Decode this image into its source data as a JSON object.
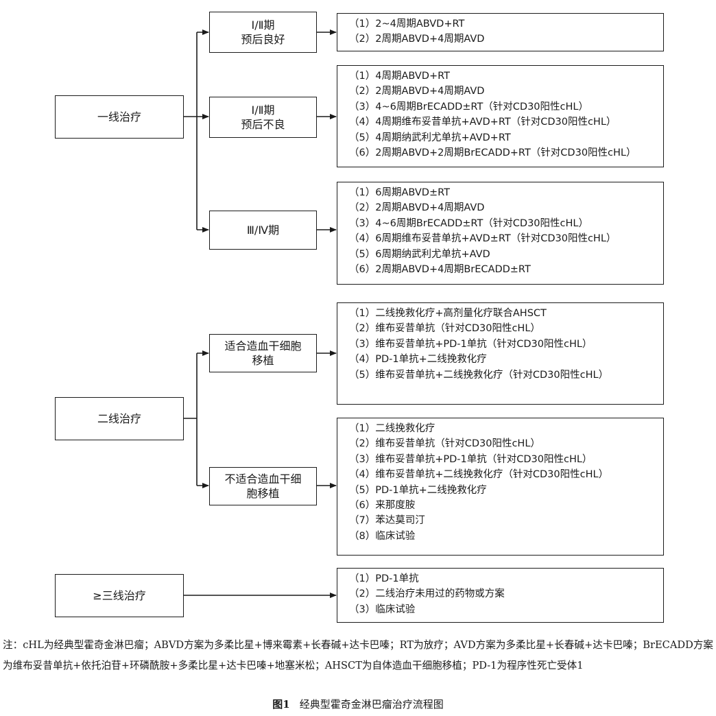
{
  "first_line": {
    "label": "一线治疗",
    "stage_1_2_favorable": {
      "line1": "Ⅰ/Ⅱ期",
      "line2": "预后良好",
      "options": [
        "（1）2~4周期ABVD+RT",
        "（2）2周期ABVD+4周期AVD"
      ]
    },
    "stage_1_2_unfavorable": {
      "line1": "Ⅰ/Ⅱ期",
      "line2": "预后不良",
      "options": [
        "（1）4周期ABVD+RT",
        "（2）2周期ABVD+4周期AVD",
        "（3）4~6周期BrECADD±RT（针对CD30阳性cHL）",
        "（4）4周期维布妥昔单抗+AVD+RT（针对CD30阳性cHL）",
        "（5）4周期纳武利尤单抗+AVD+RT",
        "（6）2周期ABVD+2周期BrECADD+RT（针对CD30阳性cHL）"
      ]
    },
    "stage_3_4": {
      "line1": "Ⅲ/Ⅳ期",
      "options": [
        "（1）6周期ABVD±RT",
        "（2）2周期ABVD+4周期AVD",
        "（3）4~6周期BrECADD±RT（针对CD30阳性cHL）",
        "（4）6周期维布妥昔单抗+AVD±RT（针对CD30阳性cHL）",
        "（5）6周期纳武利尤单抗+AVD",
        "（6）2周期ABVD+4周期BrECADD±RT"
      ]
    }
  },
  "second_line": {
    "label": "二线治疗",
    "transplant_eligible": {
      "line1": "适合造血干细胞",
      "line2": "移植",
      "options": [
        "（1）二线挽救化疗+高剂量化疗联合AHSCT",
        "（2）维布妥昔单抗（针对CD30阳性cHL）",
        "（3）维布妥昔单抗+PD-1单抗（针对CD30阳性cHL）",
        "（4）PD-1单抗+二线挽救化疗",
        "（5）维布妥昔单抗+二线挽救化疗（针对CD30阳性cHL）"
      ]
    },
    "transplant_ineligible": {
      "line1": "不适合造血干细",
      "line2": "胞移植",
      "options": [
        "（1）二线挽救化疗",
        "（2）维布妥昔单抗（针对CD30阳性cHL）",
        "（3）维布妥昔单抗+PD-1单抗（针对CD30阳性cHL）",
        "（4）维布妥昔单抗+二线挽救化疗（针对CD30阳性cHL）",
        "（5）PD-1单抗+二线挽救化疗",
        "（6）来那度胺",
        "（7）苯达莫司汀",
        "（8）临床试验"
      ]
    }
  },
  "third_line": {
    "label": "≥三线治疗",
    "options": [
      "（1）PD-1单抗",
      "（2）二线治疗未用过的药物或方案",
      "（3）临床试验"
    ]
  },
  "note": "注：cHL为经典型霍奇金淋巴瘤；ABVD方案为多柔比星+博来霉素+长春碱+达卡巴嗪；RT为放疗；AVD方案为多柔比星+长春碱+达卡巴嗪；BrECADD方案为维布妥昔单抗+依托泊苷+环磷酰胺+多柔比星+达卡巴嗪+地塞米松；AHSCT为自体造血干细胞移植；PD-1为程序性死亡受体1",
  "caption": {
    "label": "图1",
    "title": "经典型霍奇金淋巴瘤治疗流程图"
  }
}
